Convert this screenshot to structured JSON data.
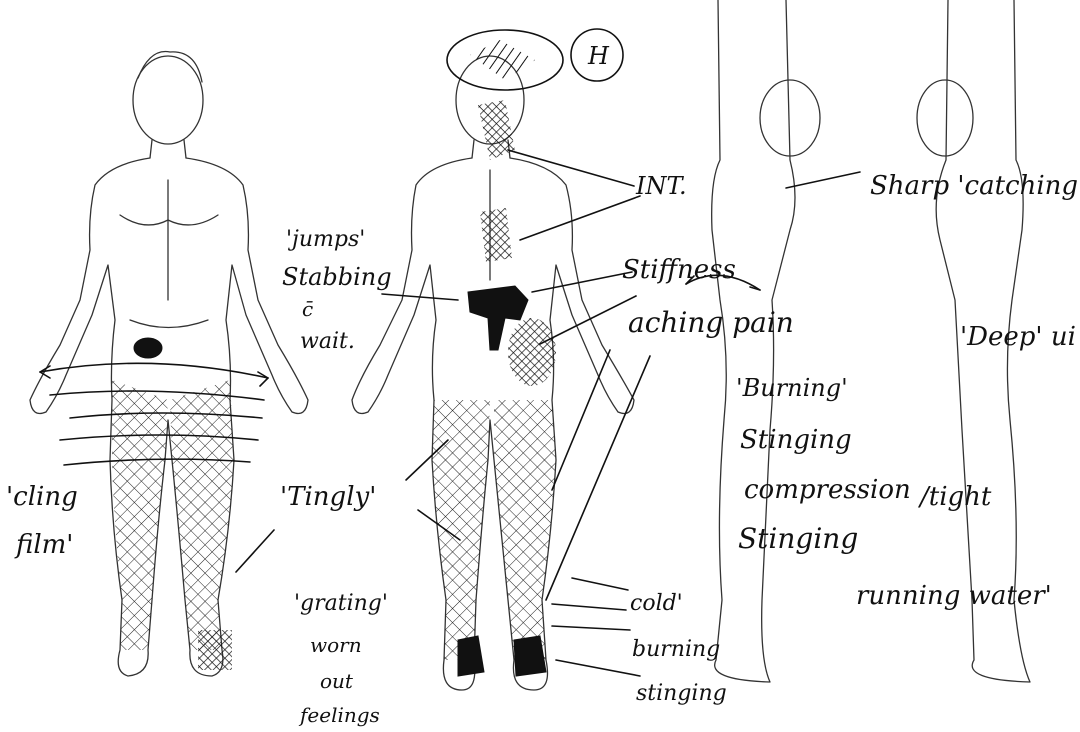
{
  "annotations": {
    "jumps": "'jumps'",
    "stabbing": "Stabbing",
    "c": "c̄",
    "wait": "wait.",
    "clingfilm_1": "'cling",
    "clingfilm_2": "film'",
    "tingling": "'Tingly'",
    "grating": "'grating'",
    "worn_1": "worn",
    "worn_2": "out",
    "worn_3": "feelings",
    "int": "INT.",
    "stiffness": "Stiffness",
    "aching": "aching pain",
    "burning": "'Burning'",
    "stinging": "Stinging",
    "compression": "compression",
    "stinging2": "Stinging",
    "tight": "/tight",
    "running_water": "running water'",
    "sharp": "Sharp 'catching'",
    "deep": "'Deep' ui",
    "cold": "cold'",
    "burning2": "burning",
    "stinging3": "stinging",
    "h": "H"
  },
  "figures": {
    "front": "front-view",
    "back": "back-view",
    "side_right": "right-side-view",
    "side_left": "left-side-view"
  }
}
